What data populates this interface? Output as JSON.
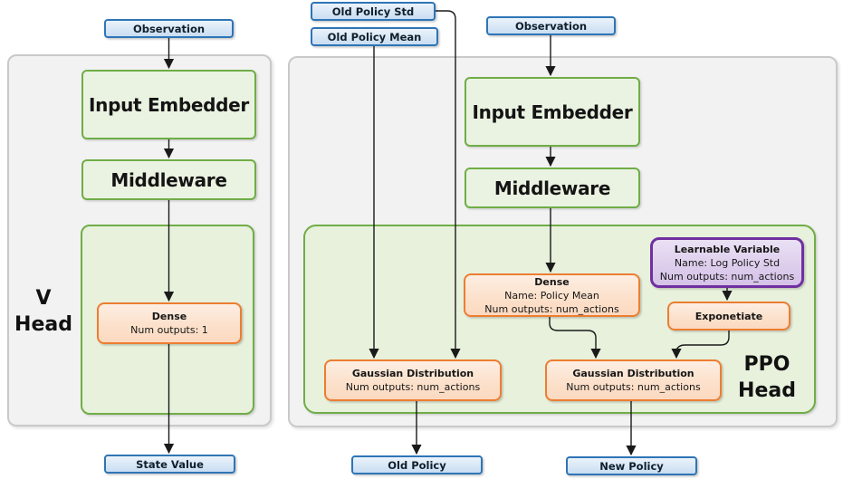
{
  "colors": {
    "blue_border": "#2E75B6",
    "blue_fill": "#D8E7F6",
    "green_border": "#70AD47",
    "green_fill": "#EAF3E1",
    "orange_border": "#ED7D31",
    "orange_fill": "#FCE0CA",
    "purple_border": "#7030A0",
    "purple_fill": "#DDCDEC",
    "panel_fill": "#F2F2F2",
    "panel_border": "#C9C9C9",
    "arrow": "#1A1A1A"
  },
  "io": {
    "observation_left": "Observation",
    "observation_right": "Observation",
    "old_policy_std": "Old Policy Std",
    "old_policy_mean": "Old Policy Mean",
    "state_value": "State Value",
    "old_policy": "Old Policy",
    "new_policy": "New Policy"
  },
  "v_head": {
    "label_line1": "V",
    "label_line2": "Head",
    "input_embedder": "Input Embedder",
    "middleware": "Middleware",
    "dense_title": "Dense",
    "dense_line1": "Num outputs: 1"
  },
  "ppo_head": {
    "label_line1": "PPO",
    "label_line2": "Head",
    "input_embedder": "Input Embedder",
    "middleware": "Middleware",
    "dense_title": "Dense",
    "dense_line1": "Name: Policy Mean",
    "dense_line2": "Num outputs: num_actions",
    "learnable_title": "Learnable Variable",
    "learnable_line1": "Name: Log Policy Std",
    "learnable_line2": "Num outputs: num_actions",
    "exponetiate": "Exponetiate",
    "gaussian_old_title": "Gaussian Distribution",
    "gaussian_old_line1": "Num outputs: num_actions",
    "gaussian_new_title": "Gaussian Distribution",
    "gaussian_new_line1": "Num outputs: num_actions"
  }
}
